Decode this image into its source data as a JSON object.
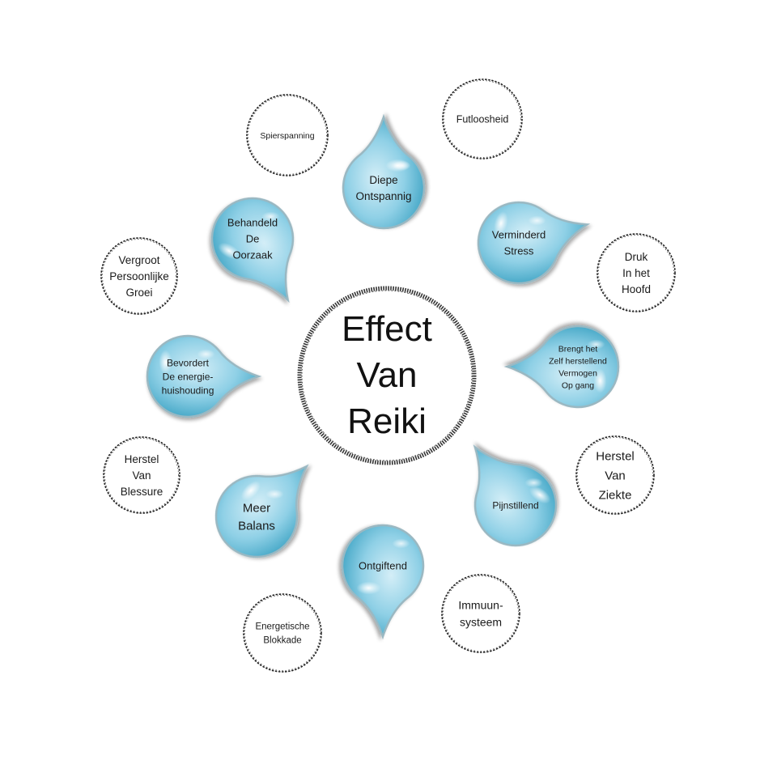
{
  "center": {
    "lines": [
      "Effect",
      "Van",
      "Reiki"
    ]
  },
  "drops": [
    {
      "lines": [
        "Diepe",
        "Ontspannig"
      ]
    },
    {
      "lines": [
        "Verminderd",
        "Stress"
      ]
    },
    {
      "lines": [
        "Brengt het",
        "Zelf herstellend",
        "Vermogen",
        "Op gang"
      ]
    },
    {
      "lines": [
        "Pijnstillend"
      ]
    },
    {
      "lines": [
        "Ontgiftend"
      ]
    },
    {
      "lines": [
        "Meer",
        "Balans"
      ]
    },
    {
      "lines": [
        "Bevordert",
        "De energie-",
        "huishouding"
      ]
    },
    {
      "lines": [
        "Behandeld",
        "De",
        "Oorzaak"
      ]
    }
  ],
  "bubbles": [
    {
      "lines": [
        "Spierspanning"
      ]
    },
    {
      "lines": [
        "Futloosheid"
      ]
    },
    {
      "lines": [
        "Druk",
        "In het",
        "Hoofd"
      ]
    },
    {
      "lines": [
        "Herstel",
        "Van",
        "Ziekte"
      ]
    },
    {
      "lines": [
        "Immuun-",
        "systeem"
      ]
    },
    {
      "lines": [
        "Energetische",
        "Blokkade"
      ]
    },
    {
      "lines": [
        "Herstel",
        "Van",
        "Blessure"
      ]
    },
    {
      "lines": [
        "Vergroot",
        "Persoonlijke",
        "Groei"
      ]
    }
  ],
  "colors": {
    "drop_fill_light": "#d4eef7",
    "drop_fill_mid": "#8fd0e6",
    "drop_fill_dark": "#3fa4c4",
    "drop_stroke": "#9ab8c2",
    "dashed_stroke": "#222222",
    "text": "#1a1a1a"
  }
}
